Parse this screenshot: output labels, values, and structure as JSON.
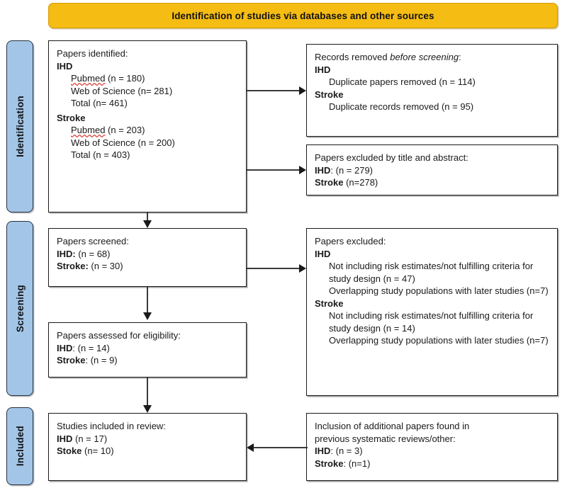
{
  "banner": {
    "title": "Identification of studies via databases and other sources"
  },
  "stages": [
    {
      "id": "identification",
      "label": "Identification"
    },
    {
      "id": "screening",
      "label": "Screening"
    },
    {
      "id": "included",
      "label": "Included"
    }
  ],
  "boxes": {
    "identified": {
      "heading": "Papers identified:",
      "group1_label": "IHD",
      "group1_line1_db": "Pubmed",
      "group1_line1_n": " (n = 180)",
      "group1_line2": "Web of Science (n= 281)",
      "group1_line3": "Total (n= 461)",
      "group2_label": "Stroke",
      "group2_line1_db": "Pubmed",
      "group2_line1_n": " (n = 203)",
      "group2_line2": "Web of Science (n = 200)",
      "group2_line3": "Total (n = 403)"
    },
    "removed": {
      "heading_plain": "Records removed ",
      "heading_italic": "before screening",
      "heading_tail": ":",
      "group1_label": "IHD",
      "group1_line1": "Duplicate papers removed (n = 114)",
      "group2_label": "Stroke",
      "group2_line1": "Duplicate records removed (n = 95)"
    },
    "excluded_title_abstract": {
      "heading": "Papers excluded by title and abstract:",
      "line1_label": "IHD",
      "line1_value": ": (n = 279)",
      "line2_label": "Stroke",
      "line2_value": " (n=278)"
    },
    "screened": {
      "heading": "Papers screened:",
      "line1_label": "IHD:",
      "line1_value": " (n = 68)",
      "line2_label": "Stroke:",
      "line2_value": " (n = 30)"
    },
    "excluded": {
      "heading": "Papers excluded:",
      "group1_label": "IHD",
      "group1_reason1": "Not including risk estimates/not fulfilling criteria for study design (n = 47)",
      "group1_reason2": "Overlapping study populations with later studies (n=7)",
      "group2_label": "Stroke",
      "group2_reason1": "Not including risk estimates/not fulfilling criteria for study design (n = 14)",
      "group2_reason2": "Overlapping study populations with later studies (n=7)"
    },
    "eligibility": {
      "heading": "Papers assessed for eligibility:",
      "line1_label": "IHD",
      "line1_value": ": (n = 14)",
      "line2_label": "Stroke",
      "line2_value": ": (n = 9)"
    },
    "included": {
      "heading": "Studies included in review:",
      "line1_label": "IHD",
      "line1_value": " (n = 17)",
      "line2_label": "Stoke",
      "line2_value": " (n= 10)"
    },
    "additional": {
      "heading_line1": "Inclusion of additional papers found in",
      "heading_line2": "previous systematic reviews/other:",
      "line1_label": "IHD",
      "line1_value": ": (n = 3)",
      "line2_label": "Stroke",
      "line2_value": ": (n=1)"
    }
  },
  "colors": {
    "banner_fill": "#F5BC14",
    "banner_border": "#D79B06",
    "stage_tab_fill": "#A3C6E8",
    "stage_tab_border": "#28303D",
    "box_border": "#1a1a1a",
    "connector": "#3a3a3a",
    "spellcheck_underline": "#e0443e"
  }
}
